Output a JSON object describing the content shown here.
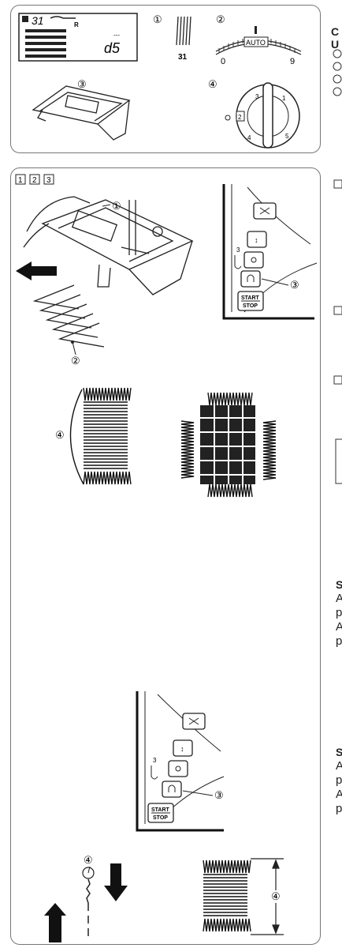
{
  "lcd": {
    "pattern_number": "31",
    "direction_mark": "R",
    "stitch_code": "d5",
    "memory_tag": "---"
  },
  "callouts": {
    "c1": "①",
    "c2": "②",
    "c3": "③",
    "c4": "④"
  },
  "stitch_sample_number": "31",
  "dial": {
    "auto_label": "AUTO",
    "min": "0",
    "max": "9"
  },
  "thread_tension_marks": [
    "2",
    "3",
    "1",
    "4",
    "5"
  ],
  "steps": {
    "s1": "1",
    "s2": "2",
    "s3": "3"
  },
  "panel_buttons": {
    "start_stop_top": "START",
    "start_stop_bottom": "STOP",
    "reverse_number": "3"
  },
  "edge_text": {
    "top": [
      "C",
      "U"
    ],
    "side_s1": "S",
    "side_s1_lines": [
      "A",
      "p",
      "A",
      "p"
    ],
    "side_s2": "S",
    "side_s2_lines": [
      "A",
      "p",
      "A",
      "p"
    ]
  }
}
